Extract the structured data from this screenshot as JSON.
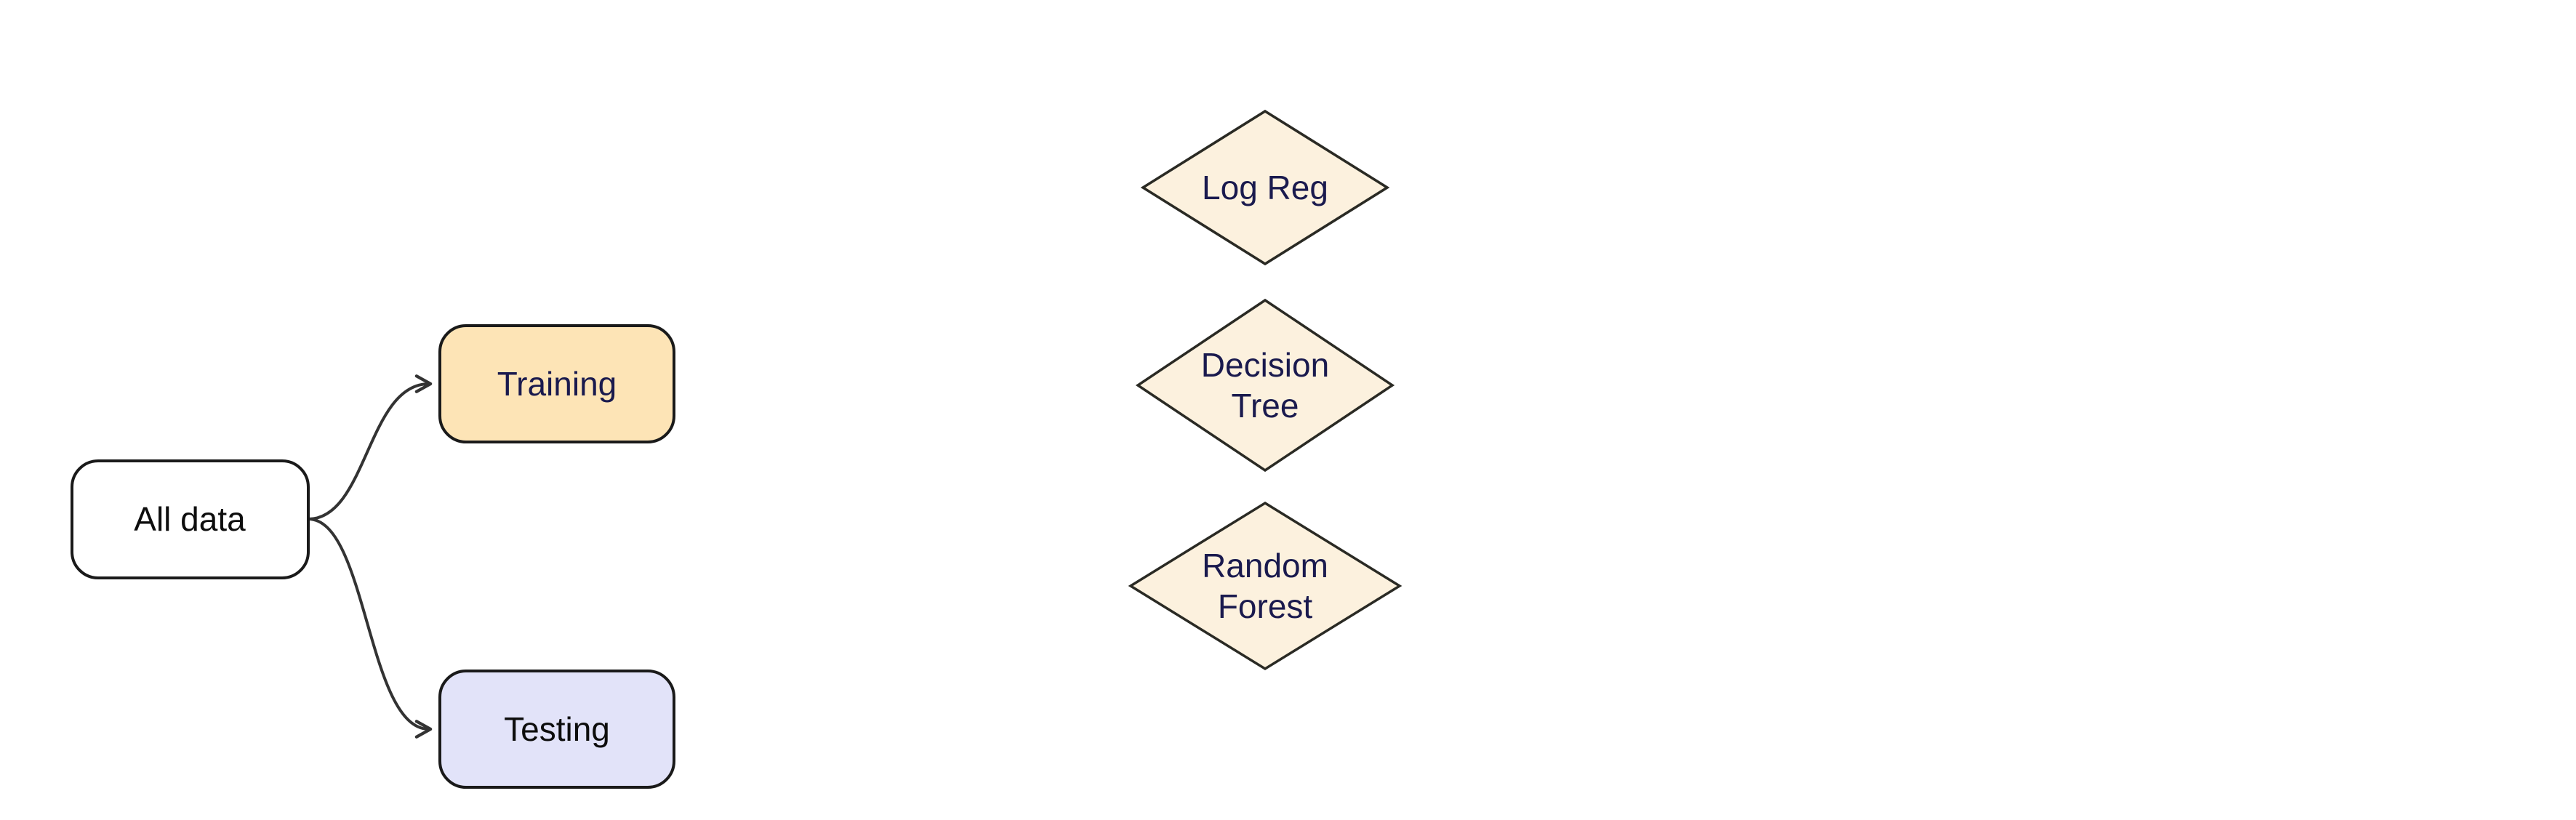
{
  "diagram": {
    "type": "flowchart",
    "background": "#ffffff",
    "nodes": {
      "all_data": {
        "label": "All data",
        "shape": "rounded-rect"
      },
      "training": {
        "label": "Training",
        "shape": "rounded-rect"
      },
      "testing": {
        "label": "Testing",
        "shape": "rounded-rect"
      }
    },
    "edges": [
      {
        "from": "All data",
        "to": "Training",
        "style": "curved-arrow"
      },
      {
        "from": "All data",
        "to": "Testing",
        "style": "curved-arrow"
      }
    ],
    "diamonds": [
      {
        "lines": [
          "Log Reg"
        ]
      },
      {
        "lines": [
          "Decision",
          "Tree"
        ]
      },
      {
        "lines": [
          "Random",
          "Forest"
        ]
      }
    ],
    "colors": {
      "all_data_fill": "#ffffff",
      "training_fill": "#fde4b6",
      "testing_fill": "#e2e3f9",
      "diamond_fill": "#fcf1de",
      "node_border": "#1a1a1a",
      "diamond_border": "#2a2a24",
      "arrow": "#333333",
      "label_black": "#0d0d0d",
      "label_navy": "#1a1a4e"
    }
  }
}
